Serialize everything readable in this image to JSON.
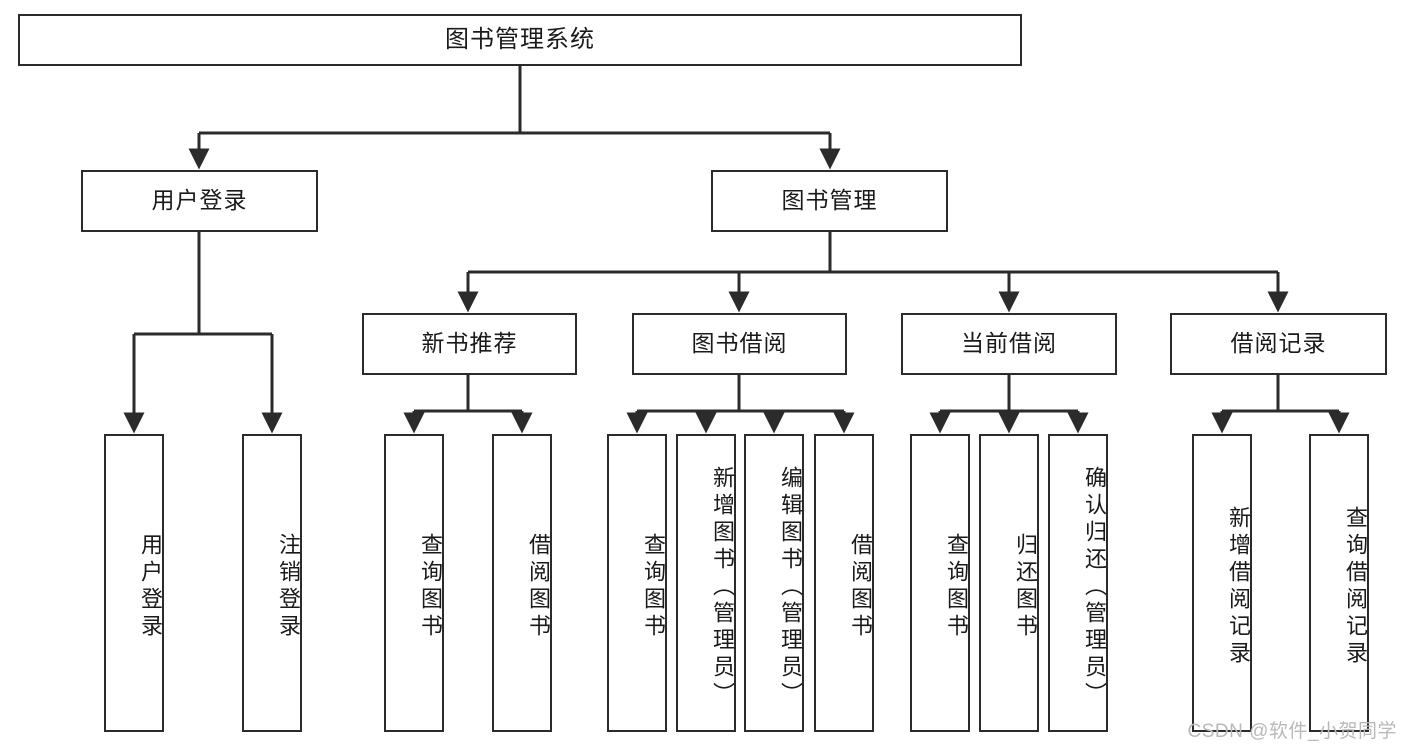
{
  "diagram": {
    "title": "图书管理系统",
    "type": "functional-structure-tree",
    "stroke_color": "#2b2b2b",
    "fill_color": "#ffffff",
    "text_color": "#1a1a1a"
  },
  "watermark": {
    "text": "CSDN @软件_小贺同学",
    "color": "#b9b9b9"
  },
  "nodes": {
    "root": {
      "label": "图书管理系统",
      "level": 1
    },
    "l2": [
      {
        "label": "用户登录",
        "level": 2
      },
      {
        "label": "图书管理",
        "level": 2
      }
    ],
    "l3": [
      {
        "label": "新书推荐",
        "level": 3
      },
      {
        "label": "图书借阅",
        "level": 3
      },
      {
        "label": "当前借阅",
        "level": 3
      },
      {
        "label": "借阅记录",
        "level": 3
      }
    ],
    "leaves_user_login": [
      {
        "label": "用户登录",
        "level": 3
      },
      {
        "label": "注销登录",
        "level": 3
      }
    ],
    "leaves_new_book": [
      {
        "label": "查询图书",
        "level": 4
      },
      {
        "label": "借阅图书",
        "level": 4
      }
    ],
    "leaves_borrow": [
      {
        "label": "查询图书",
        "level": 4
      },
      {
        "label": "新增图书（管理员）",
        "level": 4
      },
      {
        "label": "编辑图书（管理员）",
        "level": 4
      },
      {
        "label": "借阅图书",
        "level": 4
      }
    ],
    "leaves_current": [
      {
        "label": "查询图书",
        "level": 4
      },
      {
        "label": "归还图书",
        "level": 4
      },
      {
        "label": "确认归还（管理员）",
        "level": 4
      }
    ],
    "leaves_record": [
      {
        "label": "新增借阅记录",
        "level": 4
      },
      {
        "label": "查询借阅记录",
        "level": 4
      }
    ]
  }
}
